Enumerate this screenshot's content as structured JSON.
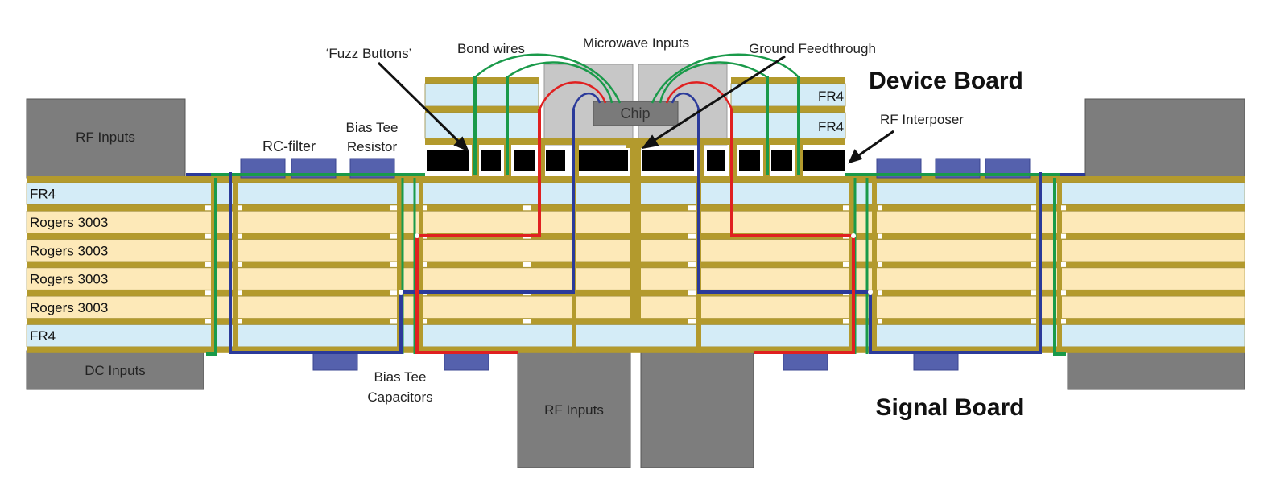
{
  "labels": {
    "fuzz_buttons": "‘Fuzz Buttons’",
    "bond_wires": "Bond wires",
    "microwave_inputs": "Microwave Inputs",
    "ground_feedthrough": "Ground Feedthrough",
    "device_board": "Device Board",
    "rf_interposer": "RF Interposer",
    "rc_filter": "RC-filter",
    "bias_tee_resistor_1": "Bias Tee",
    "bias_tee_resistor_2": "Resistor",
    "bias_tee_capacitors_1": "Bias Tee",
    "bias_tee_capacitors_2": "Capacitors",
    "signal_board": "Signal Board",
    "rf_inputs_left": "RF Inputs",
    "rf_inputs_bottom": "RF Inputs",
    "dc_inputs": "DC Inputs",
    "chip": "Chip",
    "device_fr4_top": "FR4",
    "device_fr4_bottom": "FR4"
  },
  "signal_board_layers": [
    "FR4",
    "Rogers 3003",
    "Rogers 3003",
    "Rogers 3003",
    "Rogers 3003",
    "FR4"
  ],
  "colors": {
    "fr4": "#d4ecf7",
    "rogers": "#fde9b8",
    "copper": "#b39a2d",
    "gray_block": "#7d7d7d",
    "pad_blue": "#5561ad",
    "line_green": "#1a9a4a",
    "line_blue": "#2b3a9a",
    "line_red": "#e02020",
    "interposer": "#000000",
    "chip": "#7a7a7a"
  }
}
